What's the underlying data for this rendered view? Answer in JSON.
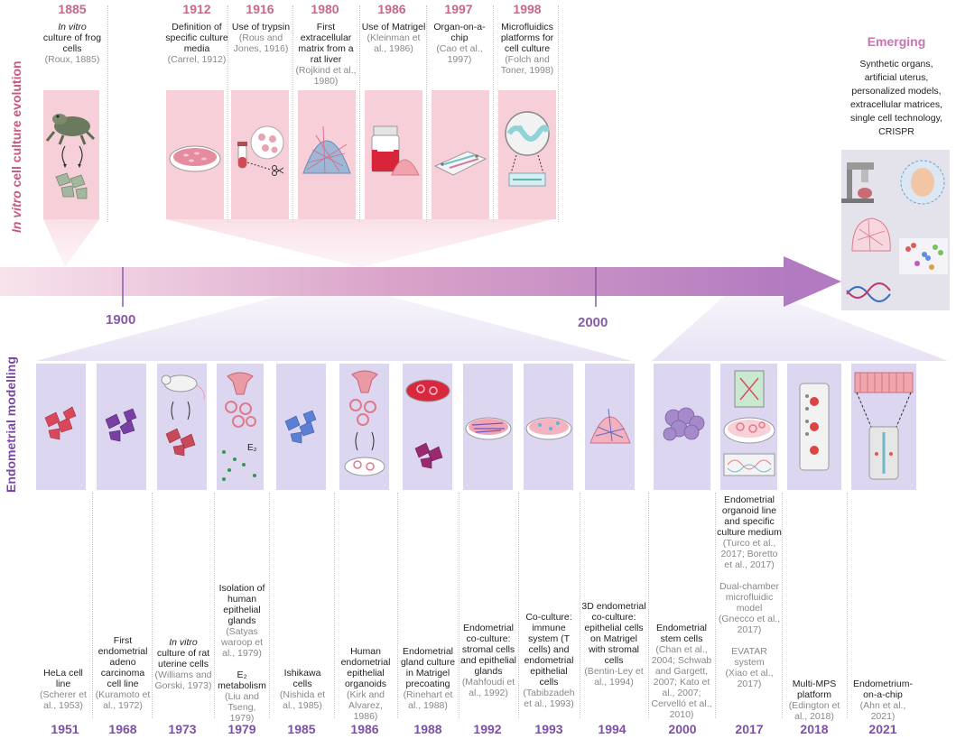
{
  "side_titles": {
    "top_italic": "In vitro",
    "top_rest": " cell culture evolution",
    "bottom": "Endometrial modelling"
  },
  "axis": {
    "left_year": "1900",
    "right_year": "2000"
  },
  "top_milestones": [
    {
      "year": "1885",
      "title": "In vitro",
      "title2": "culture of frog cells",
      "cite": "(Roux, 1885)"
    },
    {
      "year": "1912",
      "title": "Definition of specific culture media",
      "cite": "(Carrel, 1912)"
    },
    {
      "year": "1916",
      "title": "Use of trypsin",
      "cite": "(Rous and Jones, 1916)"
    },
    {
      "year": "1980",
      "title": "First extracellular matrix from a rat liver",
      "cite": "(Rojkind et al., 1980)"
    },
    {
      "year": "1986",
      "title": "Use of Matrigel",
      "cite": "(Kleinman et al., 1986)"
    },
    {
      "year": "1997",
      "title": "Organ-on-a-chip",
      "cite": "(Cao et al., 1997)"
    },
    {
      "year": "1998",
      "title": "Microfluidics platforms for cell culture",
      "cite": "(Folch and Toner, 1998)"
    }
  ],
  "emerging": {
    "title": "Emerging",
    "text": "Synthetic organs, artificial uterus, personalized models, extracellular matrices, single cell technology, CRISPR"
  },
  "bottom_milestones": [
    {
      "year": "1951",
      "title": "HeLa cell line",
      "cite": "(Scherer et al., 1953)"
    },
    {
      "year": "1968",
      "title": "First endometrial adeno carcinoma cell line",
      "cite": "(Kuramoto et al., 1972)"
    },
    {
      "year": "1973",
      "title_italic": "In vitro",
      "title": "culture of rat uterine cells",
      "cite": "(Williams and Gorski, 1973)"
    },
    {
      "year": "1979",
      "title": "Isolation of human epithelial glands",
      "cite": "(Satyas waroop et al., 1979)",
      "title2": "E₂ metabolism",
      "cite2": "(Liu and Tseng, 1979)"
    },
    {
      "year": "1985",
      "title": "Ishikawa cells",
      "cite": "(Nishida et al., 1985)"
    },
    {
      "year": "1986",
      "title": "Human endometrial epithelial organoids",
      "cite": "(Kirk and Alvarez, 1986)"
    },
    {
      "year": "1988",
      "title": "Endometrial gland culture in Matrigel precoating",
      "cite": "(Rinehart et al., 1988)"
    },
    {
      "year": "1992",
      "title": "Endometrial co-culture: stromal cells and epithelial glands",
      "cite": "(Mahfoudi et al., 1992)"
    },
    {
      "year": "1993",
      "title": "Co-culture: immune system (T cells) and endometrial epithelial cells",
      "cite": "(Tabibzadeh et al., 1993)"
    },
    {
      "year": "1994",
      "title": "3D endometrial co-culture: epithelial cells on Matrigel with stromal cells",
      "cite": "(Bentin-Ley et al., 1994)"
    },
    {
      "year": "2000",
      "title": "Endometrial stem cells",
      "cite": "(Chan et al., 2004; Schwab and Gargett, 2007; Kato et al., 2007; Cervelló et al., 2010)"
    },
    {
      "year": "2017",
      "title": "Endometrial organoid line and specific culture medium",
      "cite": "(Turco et al., 2017; Boretto et al., 2017)",
      "title2": "Dual-chamber microfluidic model",
      "cite2": "(Gnecco et al., 2017)",
      "title3": "EVATAR system",
      "cite3": "(Xiao et al., 2017)"
    },
    {
      "year": "2018",
      "title": "Multi-MPS platform",
      "cite": "(Edington et al., 2018)"
    },
    {
      "year": "2021",
      "title": "Endometrium-on-a-chip",
      "cite": "(Ahn et al., 2021)"
    }
  ],
  "panel_labels": {
    "e2": "E₂"
  },
  "colors": {
    "top_accent": "#c66a86",
    "bottom_accent": "#7b52a3",
    "top_panel": "#f6cfd9",
    "bottom_panel": "#dcd6f0",
    "arrow_start": "#f3d6e2",
    "arrow_end": "#b77cc2"
  }
}
